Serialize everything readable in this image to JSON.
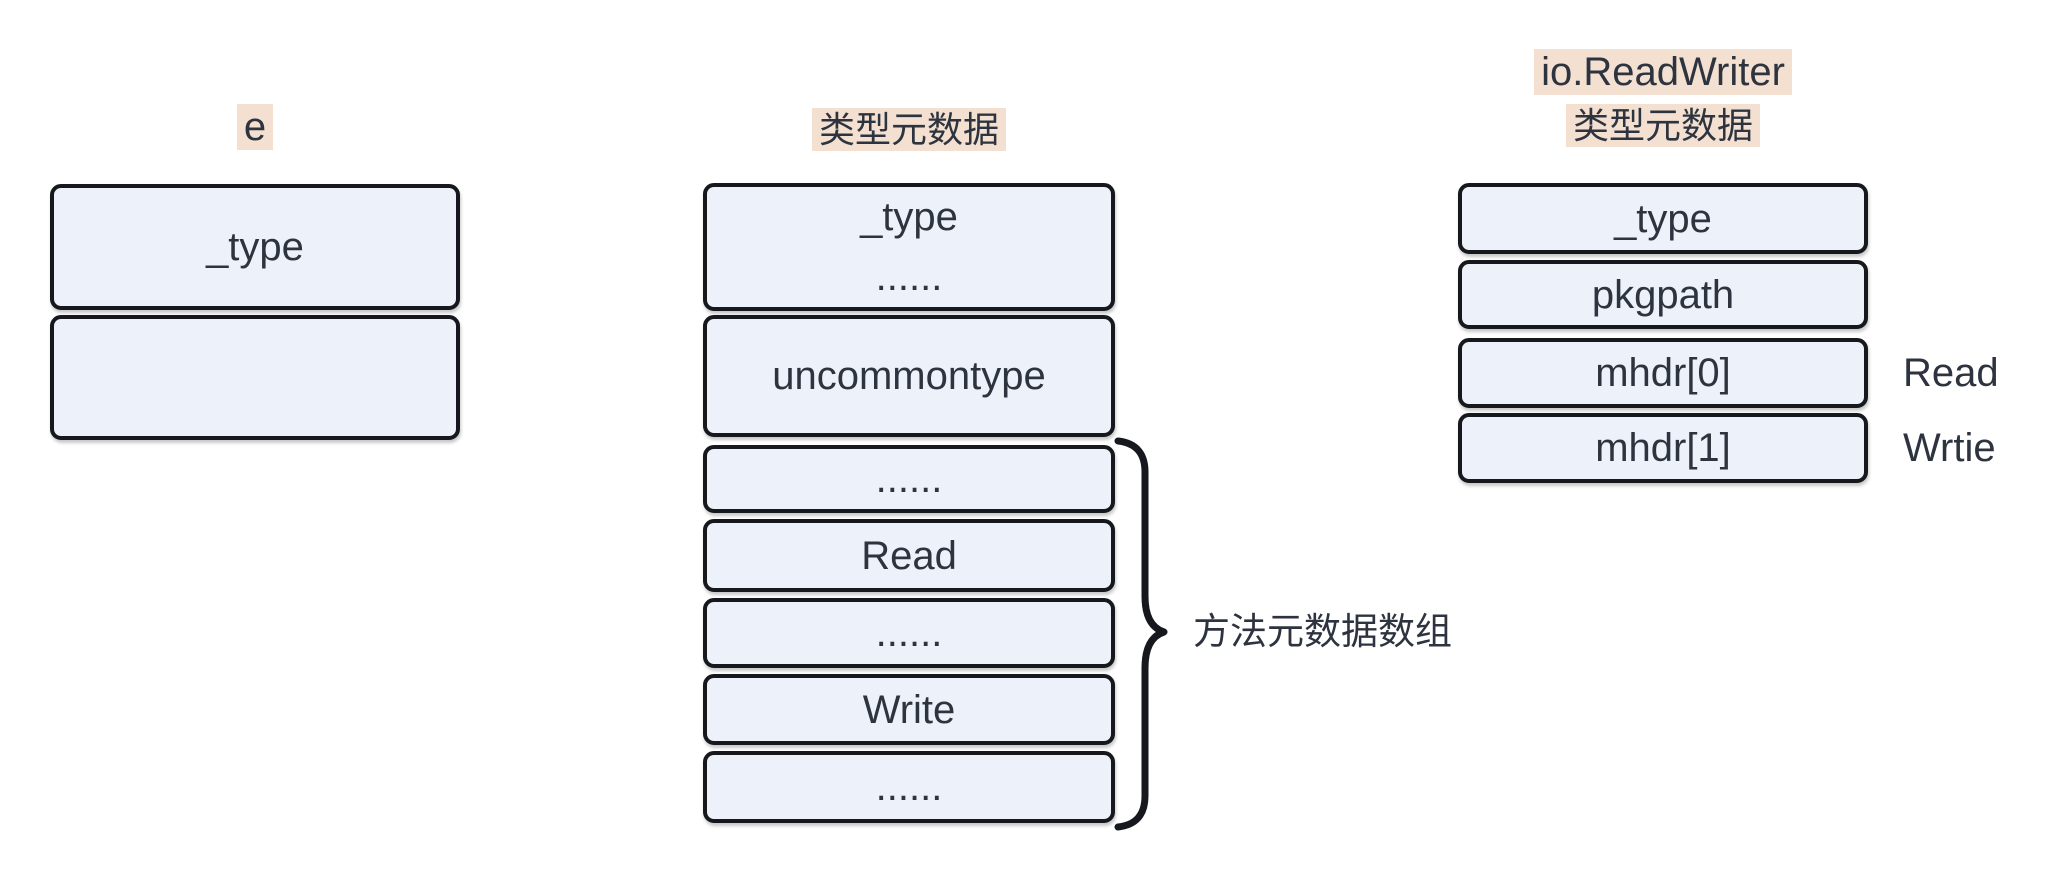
{
  "diagram": {
    "colors": {
      "canvas_bg": "#ffffff",
      "box_fill": "#edf1fa",
      "box_border": "#16181d",
      "text": "#2e343f",
      "label_highlight": "#f3e0d0"
    },
    "columns": [
      {
        "id": "e",
        "label_lines": [
          "e"
        ],
        "boxes": [
          {
            "lines": [
              "_type"
            ]
          },
          {
            "lines": []
          }
        ]
      },
      {
        "id": "type-metadata",
        "label_lines": [
          "类型元数据"
        ],
        "boxes": [
          {
            "lines": [
              "_type",
              "......"
            ]
          },
          {
            "lines": [
              "uncommontype"
            ]
          },
          {
            "lines": [
              "......"
            ]
          },
          {
            "lines": [
              "Read"
            ]
          },
          {
            "lines": [
              "......"
            ]
          },
          {
            "lines": [
              "Write"
            ]
          },
          {
            "lines": [
              "......"
            ]
          }
        ],
        "brace_label": "方法元数据数组"
      },
      {
        "id": "io-readwriter-metadata",
        "label_lines": [
          "io.ReadWriter",
          "类型元数据"
        ],
        "boxes": [
          {
            "lines": [
              "_type"
            ]
          },
          {
            "lines": [
              "pkgpath"
            ]
          },
          {
            "lines": [
              "mhdr[0]"
            ],
            "side_label": "Read"
          },
          {
            "lines": [
              "mhdr[1]"
            ],
            "side_label": "Wrtie"
          }
        ]
      }
    ]
  }
}
